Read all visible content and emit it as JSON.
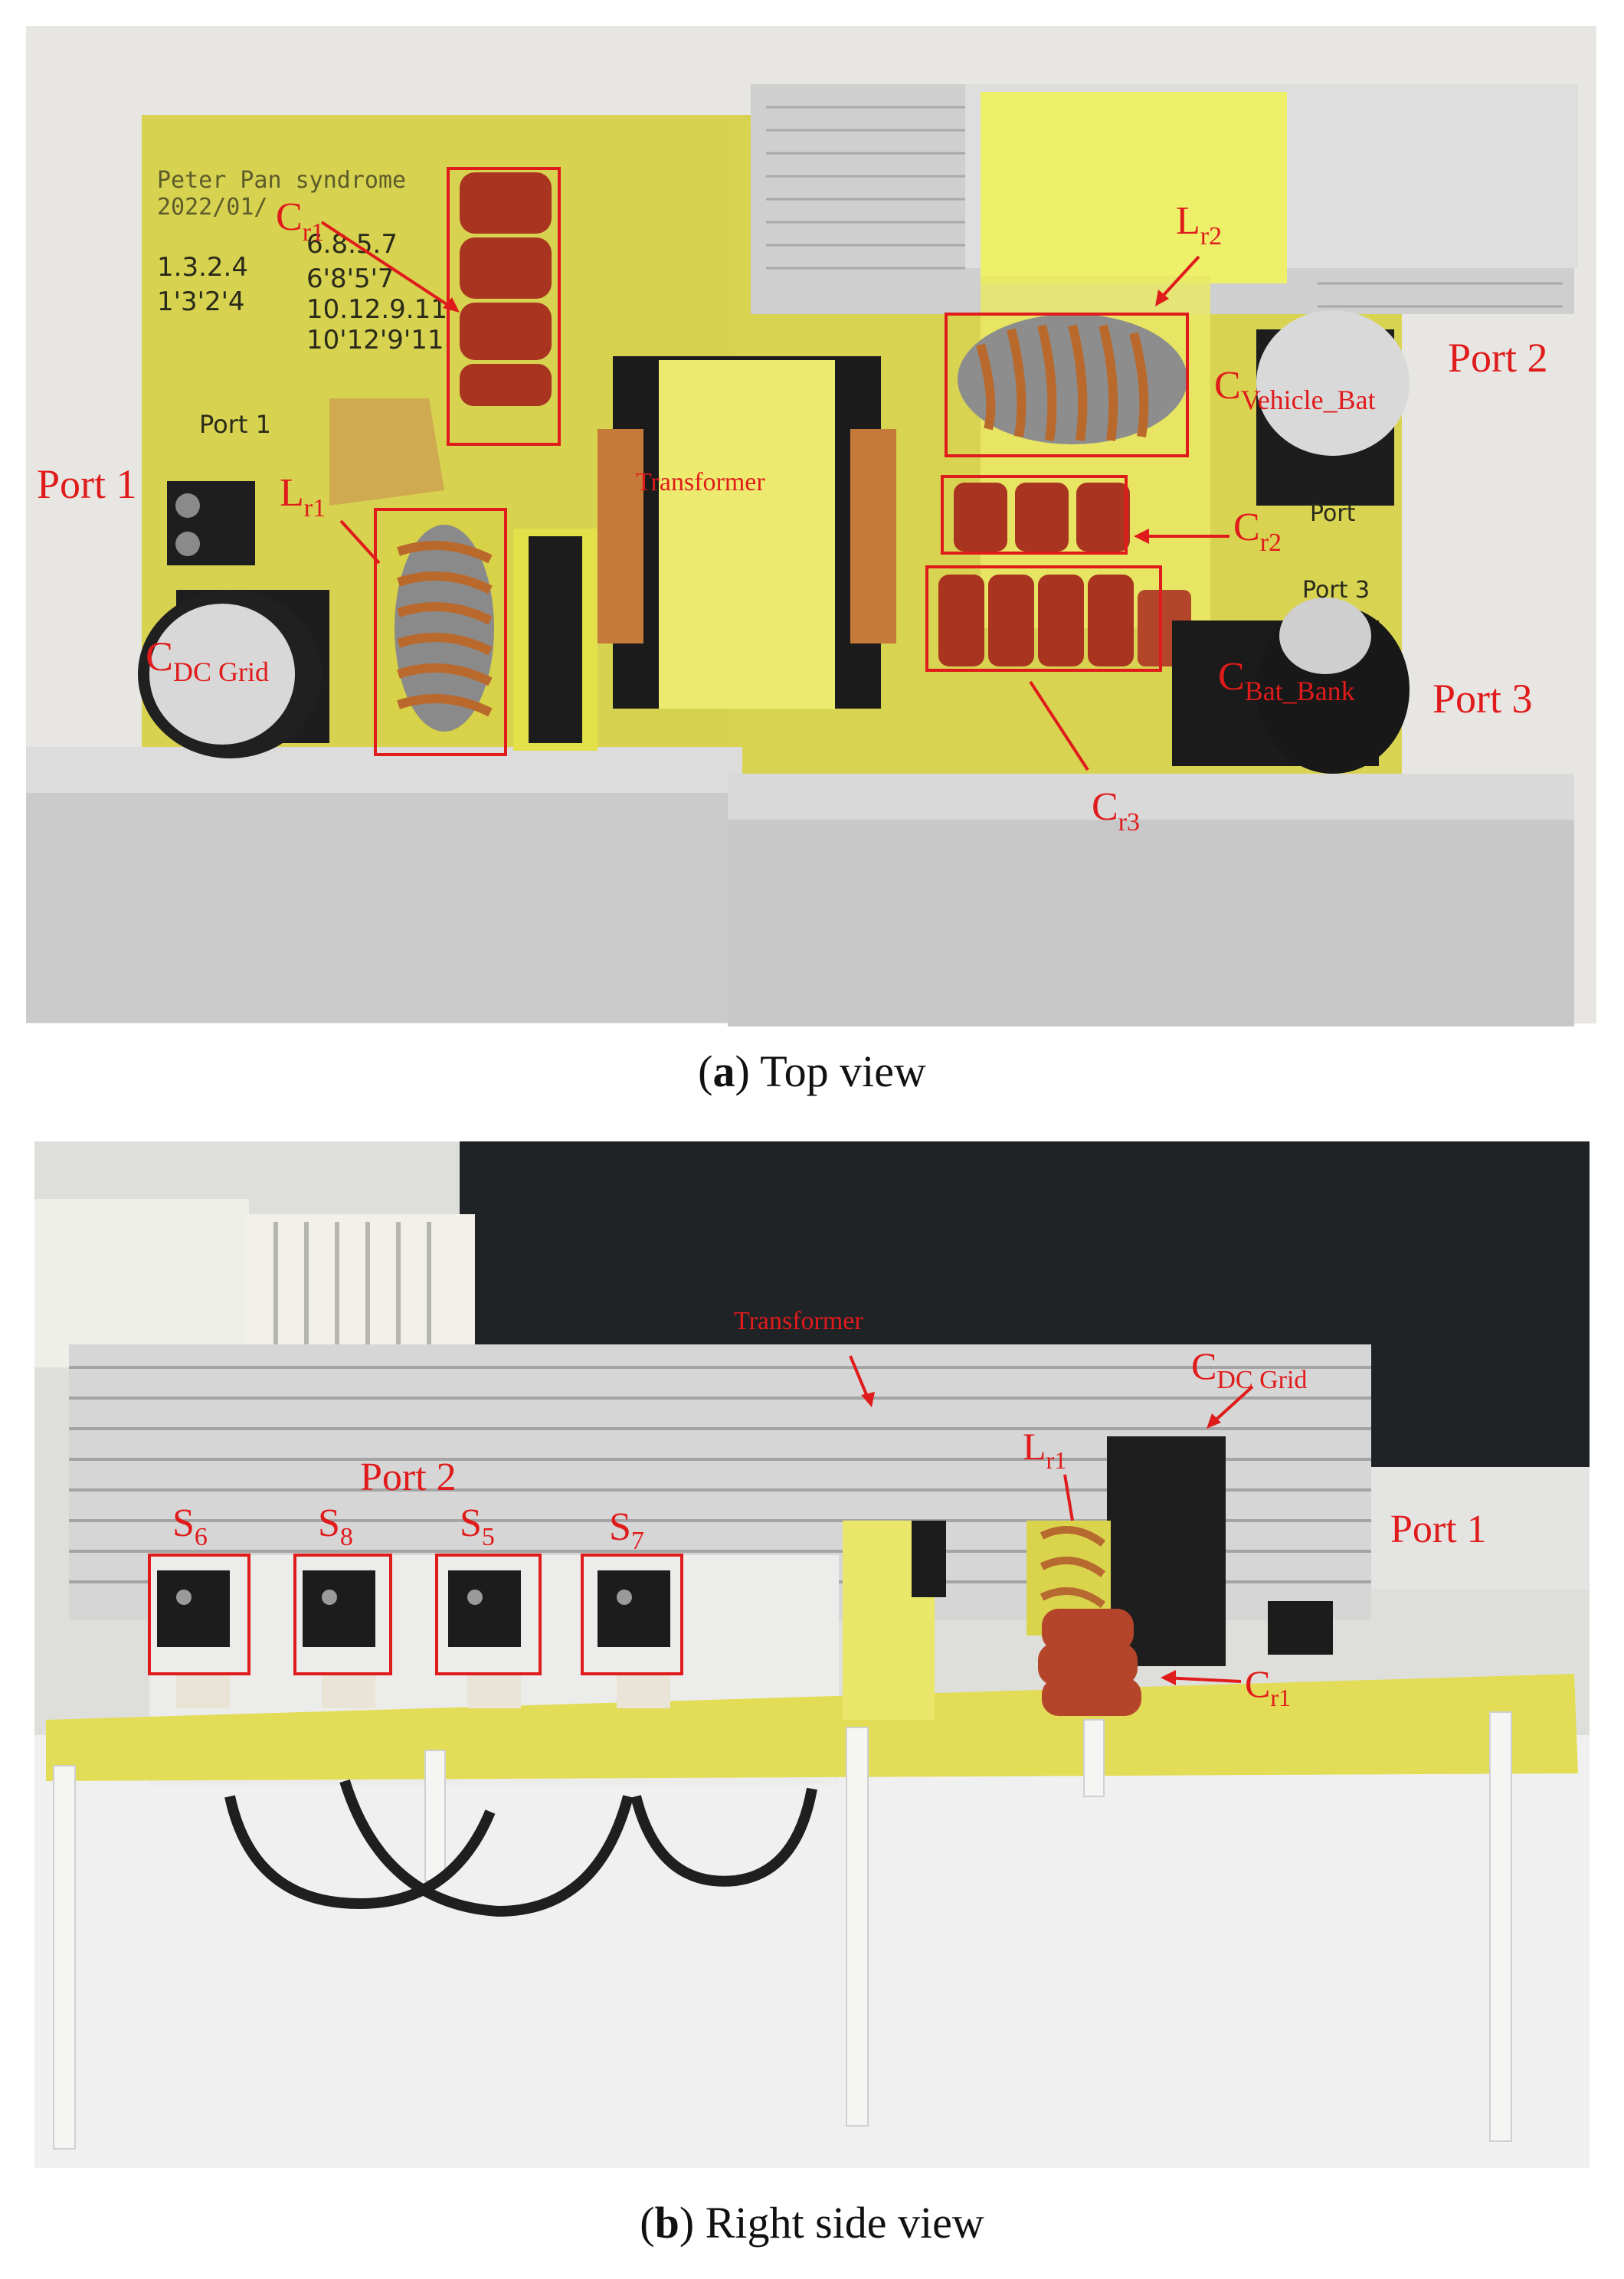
{
  "figure_a": {
    "caption_letter": "a",
    "caption_text": " Top view",
    "board_handwriting": {
      "line1": "Peter Pan syndrome",
      "line2": "2022/01/",
      "notes": [
        "1.3.2.4",
        "1'3'2'4",
        "6.8.5.7",
        "6'8'5'7",
        "10.12.9.11",
        "10'12'9'11"
      ],
      "port_note": "Port 1",
      "port_note_right": "Port",
      "port_note_right2": "Port 3"
    },
    "labels": {
      "cr1": "C",
      "cr1_sub": "r1",
      "lr1": "L",
      "lr1_sub": "r1",
      "cdc": "C",
      "cdc_sub": "DC Grid",
      "port1": "Port 1",
      "transformer": "Transformer",
      "lr2": "L",
      "lr2_sub": "r2",
      "cveh": "C",
      "cveh_sub": "Vehicle_Bat",
      "port2": "Port 2",
      "cr2": "C",
      "cr2_sub": "r2",
      "cbat": "C",
      "cbat_sub": "Bat_Bank",
      "port3": "Port 3",
      "cr3": "C",
      "cr3_sub": "r3"
    },
    "colors": {
      "label": "#e01b1b",
      "pcb": "#d8d251",
      "heatsink": "#c9c9c9",
      "capacitor": "#a9341f"
    }
  },
  "figure_b": {
    "caption_letter": "b",
    "caption_text": " Right side view",
    "labels": {
      "transformer": "Transformer",
      "cdc": "C",
      "cdc_sub": "DC Grid",
      "lr1": "L",
      "lr1_sub": "r1",
      "port2": "Port 2",
      "port1": "Port 1",
      "s6": "S",
      "s6_sub": "6",
      "s8": "S",
      "s8_sub": "8",
      "s5": "S",
      "s5_sub": "5",
      "s7": "S",
      "s7_sub": "7",
      "cr1": "C",
      "cr1_sub": "r1"
    },
    "colors": {
      "label": "#e01b1b",
      "monitor": "#202326",
      "table": "#f2f2f2"
    }
  }
}
